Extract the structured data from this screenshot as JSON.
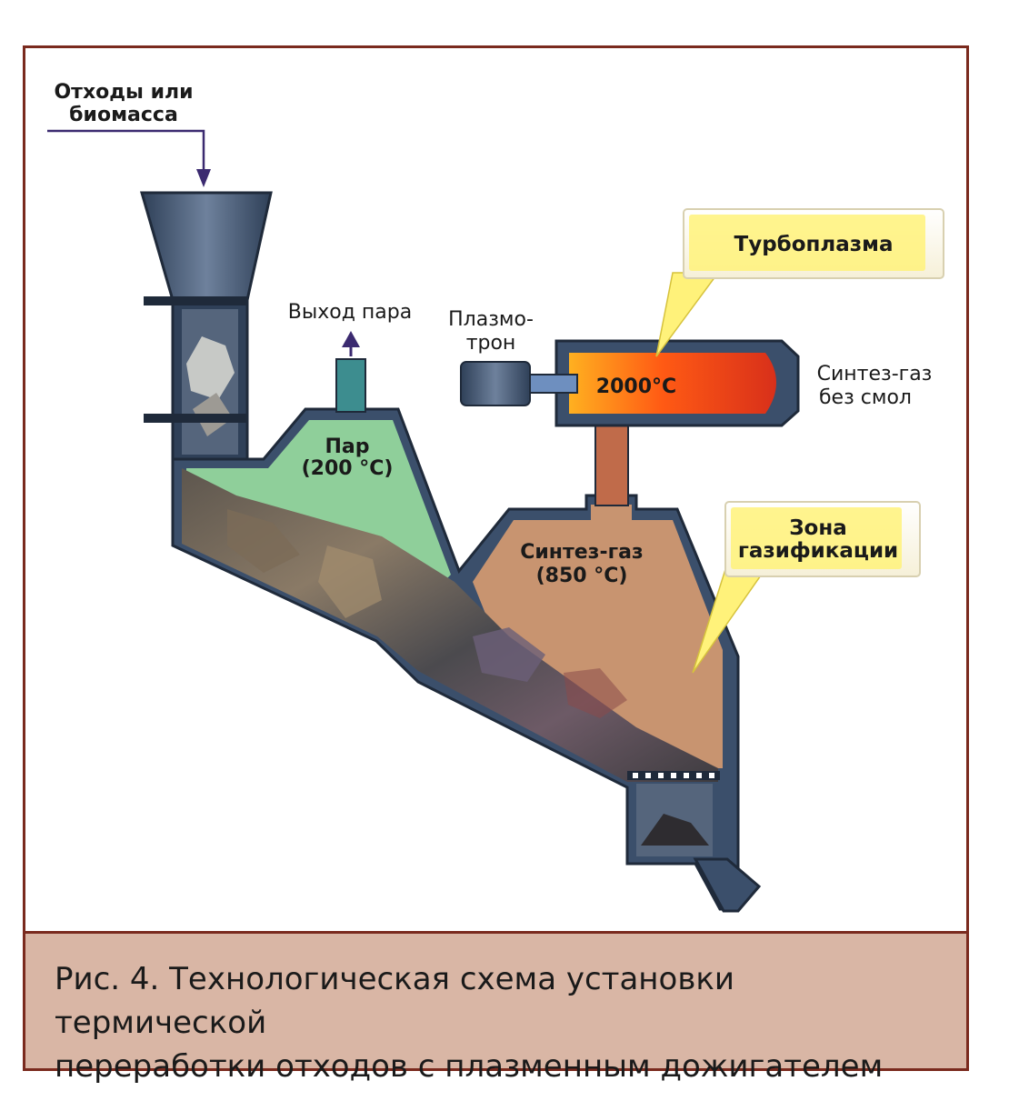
{
  "labels": {
    "waste_line1": "Отходы или",
    "waste_line2": "биомасса",
    "steam_exit": "Выход пара",
    "plasmotron_line1": "Плазмо-",
    "plasmotron_line2": "трон",
    "turboplasma": "Турбоплазма",
    "temp_2000": "2000°C",
    "syngas_clean_line1": "Синтез-газ",
    "syngas_clean_line2": "без смол",
    "steam_line1": "Пар",
    "steam_line2": "(200 °C)",
    "syngas_line1": "Синтез-газ",
    "syngas_line2": "(850 °C)",
    "zone_line1": "Зона",
    "zone_line2": "газификации"
  },
  "caption": {
    "line1": "Рис. 4. Технологическая схема установки термической",
    "line2": "переработки отходов с плазменным дожигателем"
  },
  "colors": {
    "frame": "#7a2a1e",
    "caption_bg": "#d9b6a5",
    "steel": "#3b4f6b",
    "steam_green": "#8fcf9a",
    "syngas_tan": "#c89470",
    "plasma_red": "#e8401a",
    "callout_yellow": "#fff27a"
  }
}
